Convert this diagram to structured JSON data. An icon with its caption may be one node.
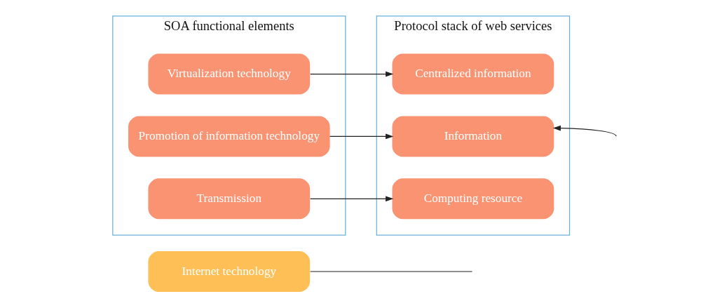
{
  "diagram": {
    "nodes": [
      {
        "text": [
          "Internet technology"
        ]
      },
      {
        "text": [
          "SOA functional elements"
        ]
      },
      {
        "text": [
          "Virtualization technology"
        ],
        "in": 1
      },
      {
        "text": [
          "Promotion of information technology"
        ],
        "in": 1
      },
      {
        "text": [
          "Transmission"
        ],
        "in": 1
      },
      {
        "text": [
          "Protocol stack of web services"
        ]
      },
      {
        "text": [
          "Centralized information"
        ],
        "in": 5
      },
      {
        "text": [
          "Information"
        ],
        "in": 5
      },
      {
        "text": [
          "Computing resource"
        ],
        "in": 5
      }
    ],
    "edges": [
      {
        "from": 0,
        "to": null,
        "arrow": "none"
      },
      {
        "from": 2,
        "to": 6,
        "arrow": "to"
      },
      {
        "from": 3,
        "to": 7,
        "arrow": "to"
      },
      {
        "from": 4,
        "to": 8,
        "arrow": "to"
      },
      {
        "from": null,
        "to": 7,
        "arrow": "to"
      }
    ]
  }
}
